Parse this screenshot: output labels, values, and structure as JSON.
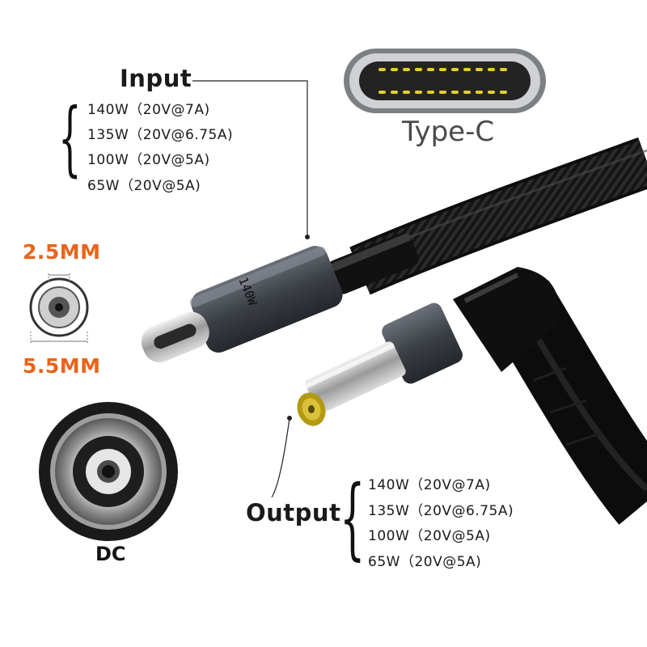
{
  "input": {
    "heading": "Input",
    "specs": [
      "140W（20V@7A)",
      "135W（20V@6.75A)",
      "100W（20V@5A)",
      "65W（20V@5A)"
    ]
  },
  "output": {
    "heading": "Output",
    "specs": [
      "140W（20V@7A)",
      "135W（20V@6.75A)",
      "100W（20V@5A)",
      "65W（20V@5A)"
    ]
  },
  "connector": {
    "type_label": "Type-C",
    "plug_marking": "140W"
  },
  "dimensions": {
    "inner": "2.5MM",
    "outer": "5.5MM"
  },
  "dc_label": "DC",
  "colors": {
    "accent_orange": "#e8641b",
    "plug_gold": "#c9b21a",
    "text_dark": "#1a1a1a"
  }
}
